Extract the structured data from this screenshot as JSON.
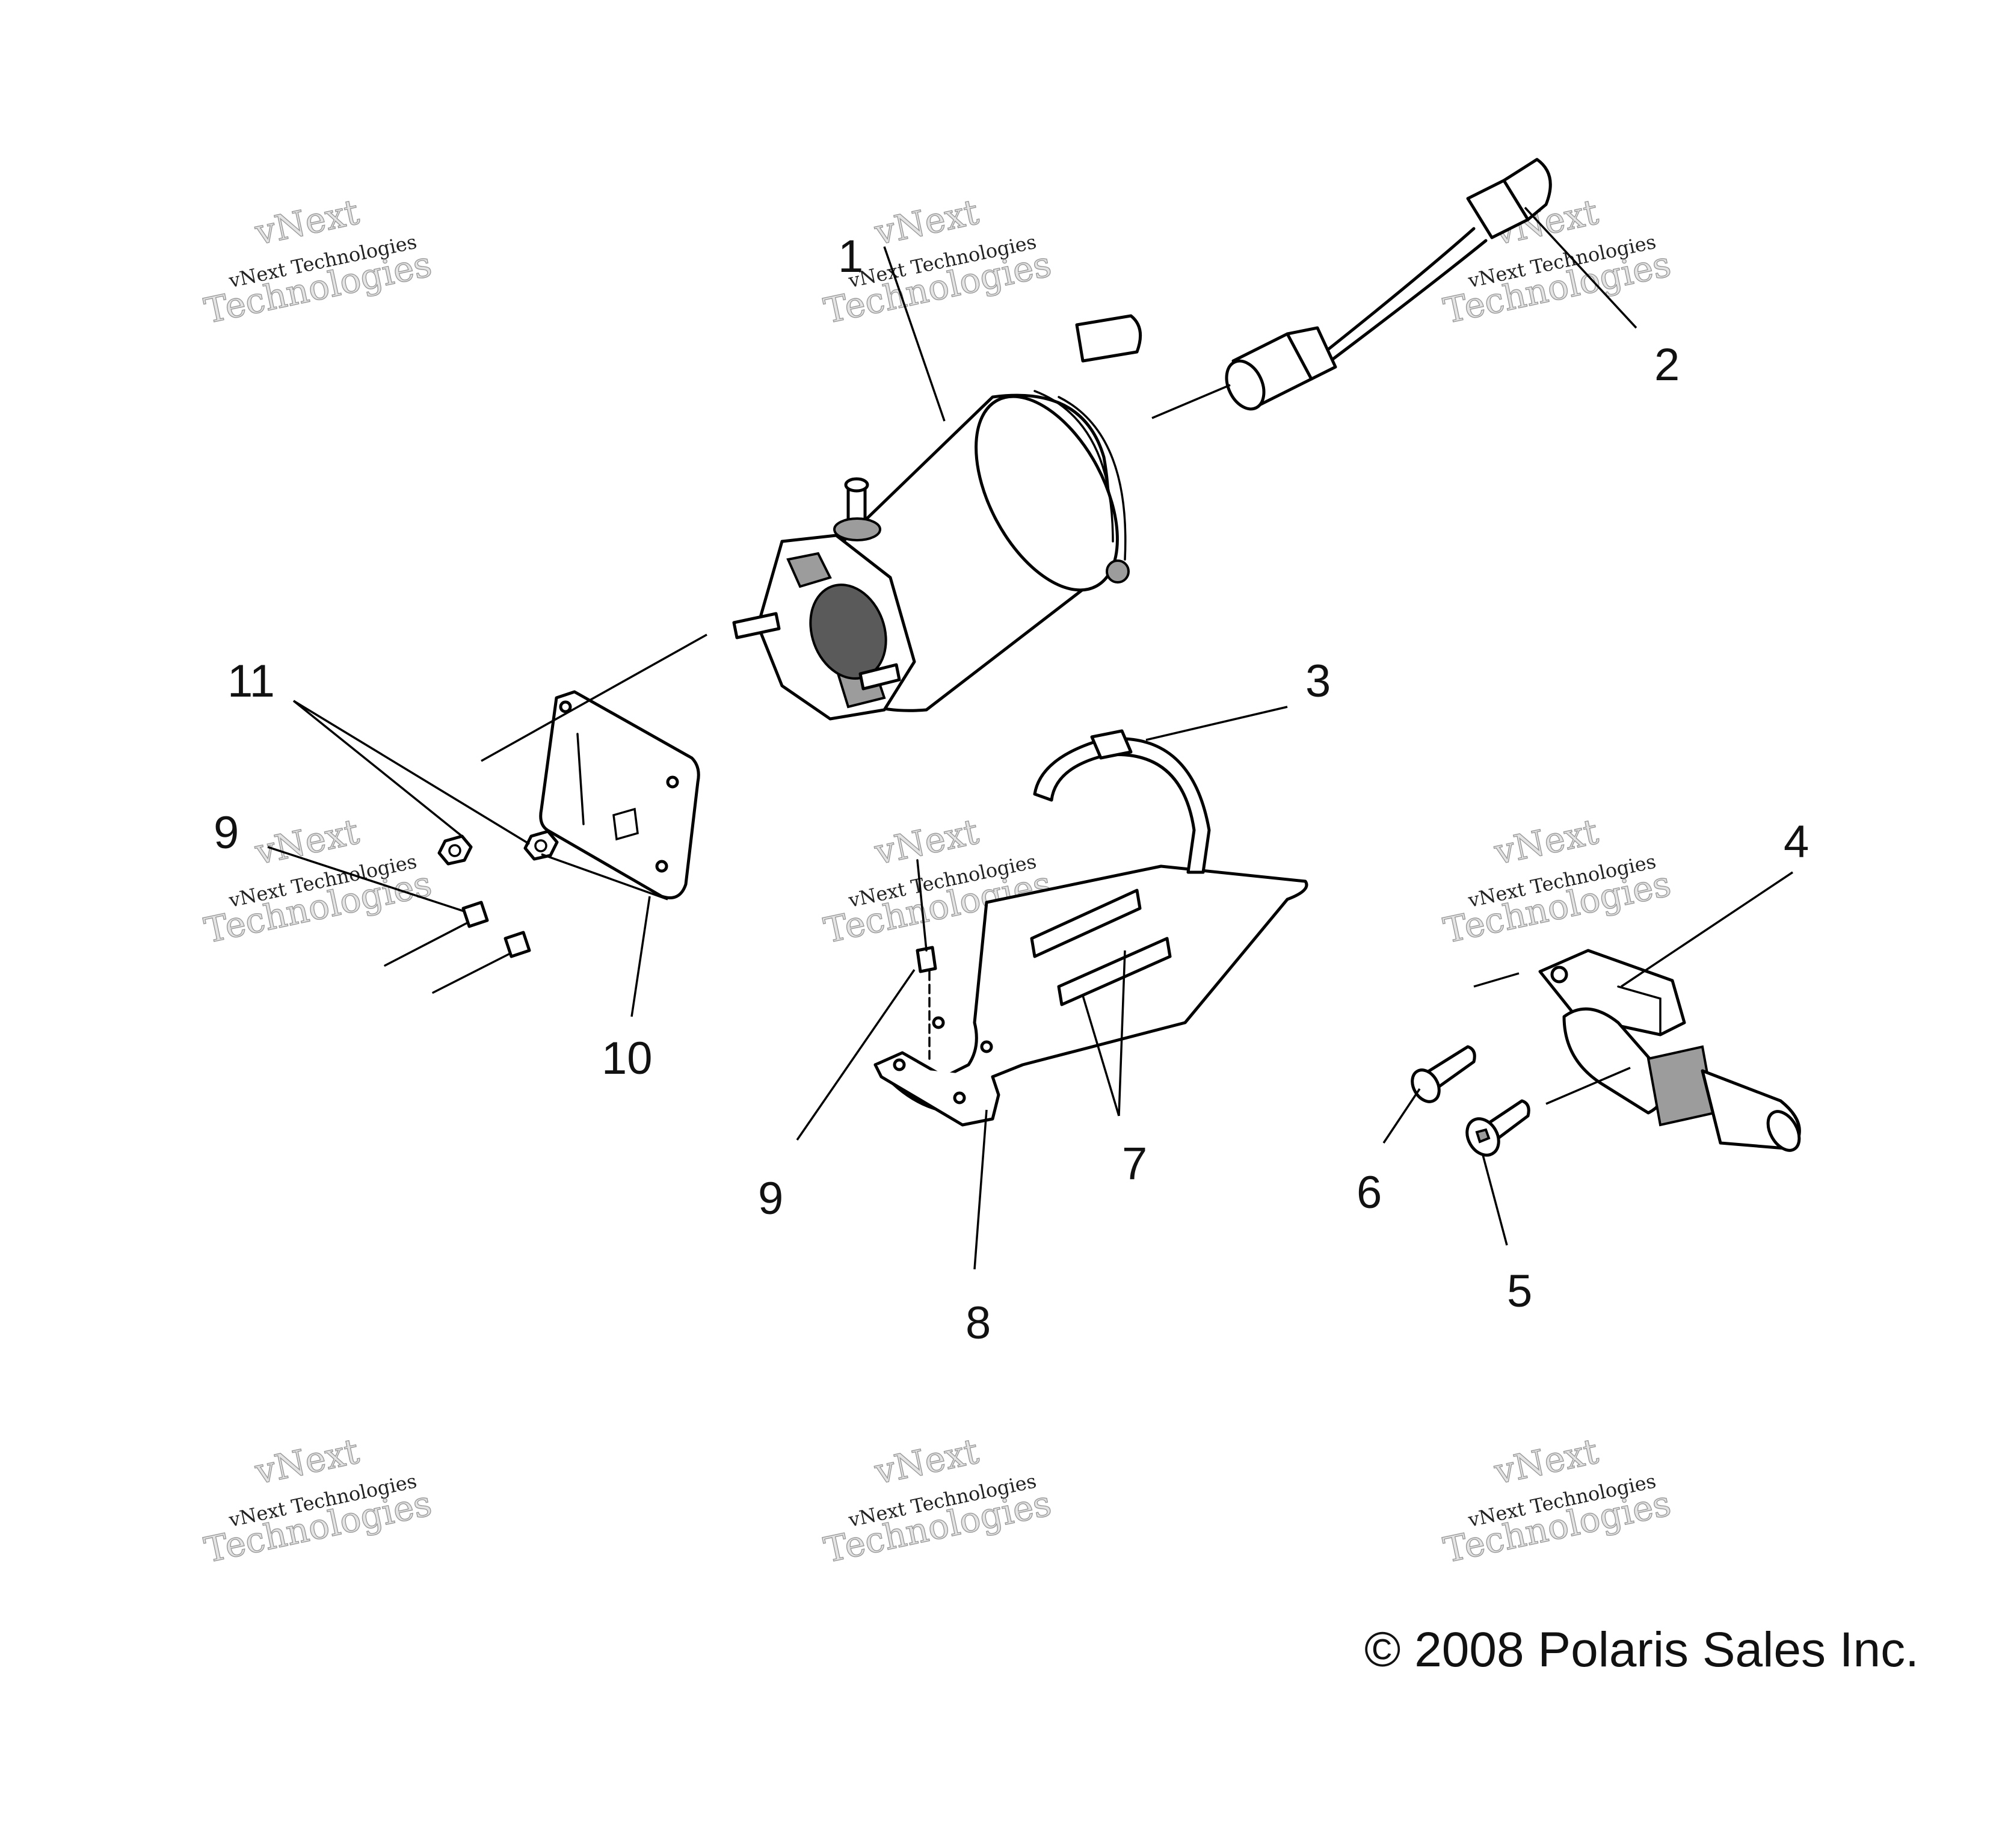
{
  "callouts": [
    {
      "id": "1",
      "text": "1"
    },
    {
      "id": "2",
      "text": "2"
    },
    {
      "id": "3",
      "text": "3"
    },
    {
      "id": "4",
      "text": "4"
    },
    {
      "id": "5",
      "text": "5"
    },
    {
      "id": "6",
      "text": "6"
    },
    {
      "id": "7",
      "text": "7"
    },
    {
      "id": "8",
      "text": "8"
    },
    {
      "id": "9a",
      "text": "9"
    },
    {
      "id": "9b",
      "text": "9"
    },
    {
      "id": "10",
      "text": "10"
    },
    {
      "id": "11",
      "text": "11"
    }
  ],
  "watermark": {
    "line1": "vNext",
    "line2": "vNext Technologies",
    "line3": "Technologies"
  },
  "copyright": "© 2008 Polaris Sales Inc."
}
